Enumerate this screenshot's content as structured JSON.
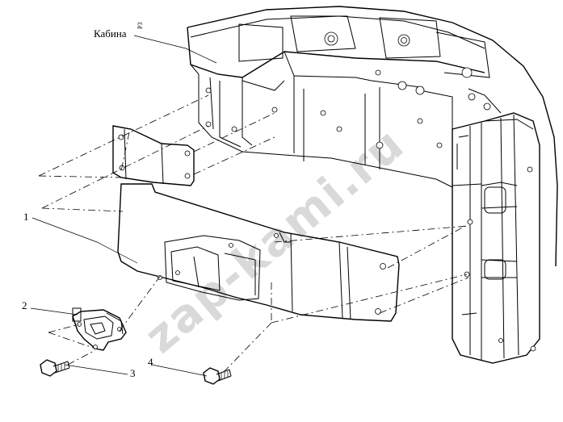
{
  "diagram": {
    "cabin_label": "Кабина",
    "cabin_tag": "Р3",
    "callouts": [
      {
        "id": "1",
        "label": "1"
      },
      {
        "id": "2",
        "label": "2"
      },
      {
        "id": "3",
        "label": "3"
      },
      {
        "id": "4",
        "label": "4"
      }
    ],
    "watermark": "zap-kami.ru"
  }
}
